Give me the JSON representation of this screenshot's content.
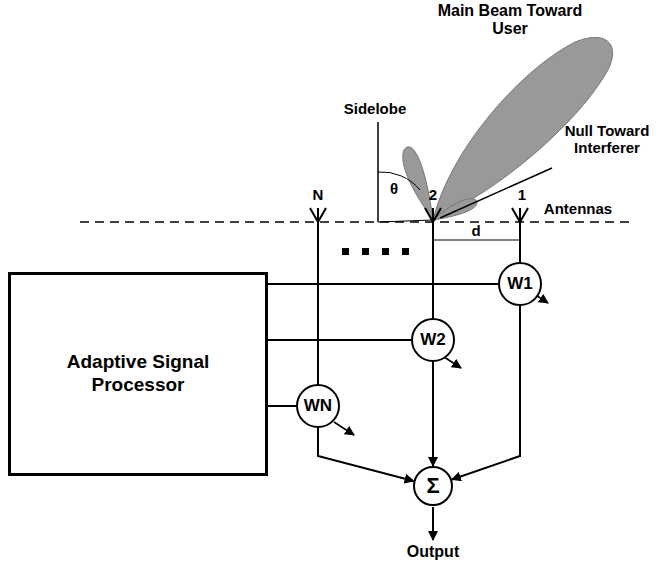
{
  "diagram": {
    "nodes": [
      {
        "text": [
          "Adaptive Signal Processor"
        ]
      },
      {
        "text": [
          "W1"
        ]
      },
      {
        "text": [
          "W2"
        ]
      },
      {
        "text": [
          "WN"
        ]
      },
      {
        "text": [
          "Σ"
        ]
      }
    ],
    "edges": [
      {
        "from": 0,
        "to": 1,
        "arrow": "none"
      },
      {
        "from": 0,
        "to": 2,
        "arrow": "none"
      },
      {
        "from": 0,
        "to": 3,
        "arrow": "none"
      },
      {
        "from": 1,
        "to": 4,
        "arrow": "to"
      },
      {
        "from": 2,
        "to": 4,
        "arrow": "to"
      },
      {
        "from": 3,
        "to": 4,
        "arrow": "to"
      }
    ],
    "labels": [
      "Main Beam Toward User",
      "Sidelobe",
      "Null Toward Interferer",
      "θ",
      "N",
      "2",
      "1",
      "Antennas",
      "d",
      "Output"
    ]
  }
}
